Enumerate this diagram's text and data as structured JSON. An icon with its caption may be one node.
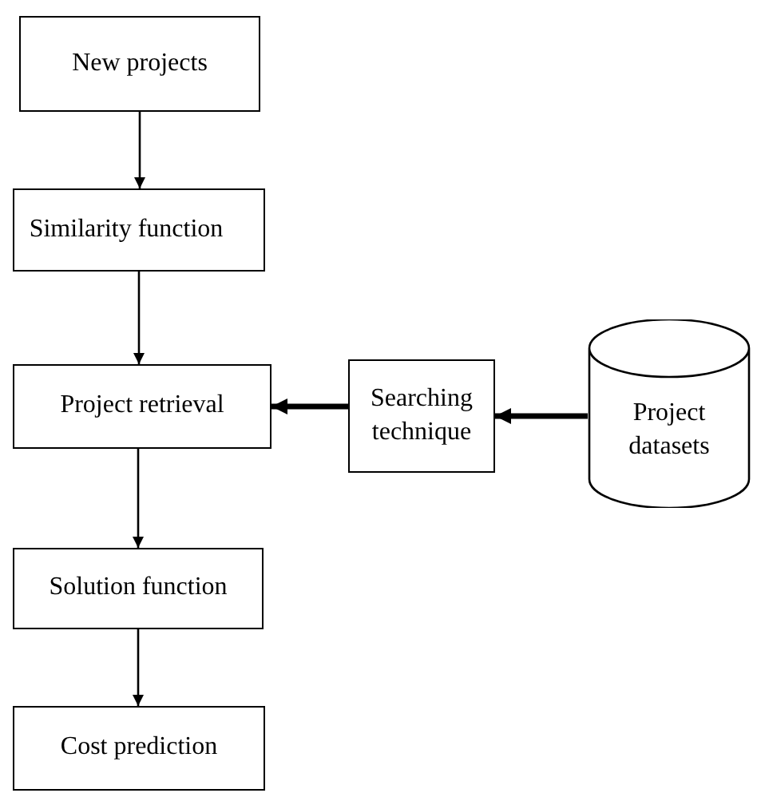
{
  "diagram": {
    "nodes": [
      {
        "text": [
          "New projects"
        ]
      },
      {
        "text": [
          "Similarity function"
        ]
      },
      {
        "text": [
          "Project retrieval"
        ]
      },
      {
        "text": [
          "Searching technique"
        ]
      },
      {
        "text": [
          "Project datasets"
        ]
      },
      {
        "text": [
          "Solution function"
        ]
      },
      {
        "text": [
          "Cost prediction"
        ]
      }
    ],
    "edges": [
      {
        "from": 0,
        "to": 1,
        "arrow": "to"
      },
      {
        "from": 1,
        "to": 2,
        "arrow": "to"
      },
      {
        "from": 4,
        "to": 3,
        "arrow": "to",
        "style": "thick"
      },
      {
        "from": 3,
        "to": 2,
        "arrow": "to",
        "style": "thick"
      },
      {
        "from": 2,
        "to": 5,
        "arrow": "to"
      },
      {
        "from": 5,
        "to": 6,
        "arrow": "to"
      }
    ]
  }
}
